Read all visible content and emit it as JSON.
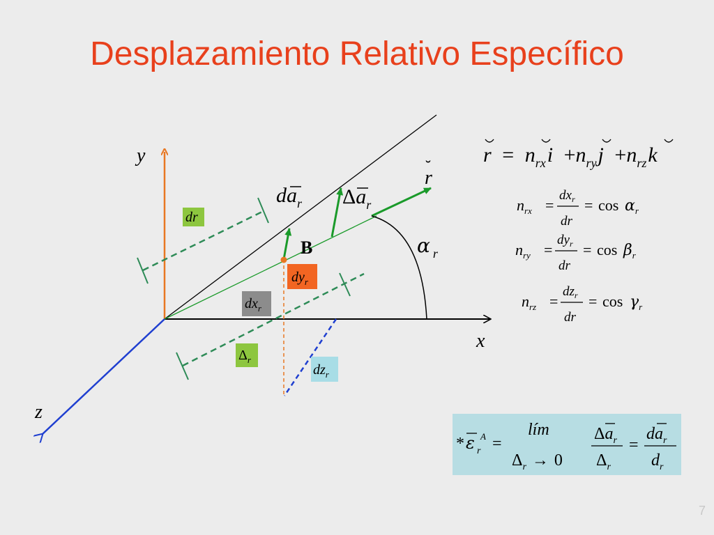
{
  "slide": {
    "title": "Desplazamiento Relativo Específico",
    "page_number": "7"
  },
  "colors": {
    "title": "#e8401c",
    "y_axis": "#e87722",
    "z_axis": "#1f3fd0",
    "vector": "#1a9a2a",
    "dashed_green": "#2e8b57",
    "label_green": "#8dc63f",
    "label_orange": "#f26522",
    "label_gray": "#8c8c8c",
    "label_blue": "#a8dde6",
    "formula_box": "#b7dde3"
  },
  "diagram": {
    "axes": {
      "x": "x",
      "y": "y",
      "z": "z"
    },
    "point": "B",
    "angle": {
      "symbol": "α",
      "sub": "r"
    },
    "vector_r": {
      "symbol": "r",
      "accent": "˘"
    },
    "da": {
      "d": "d",
      "a": "a",
      "sub": "r"
    },
    "delta_a": {
      "delta": "Δ",
      "a": "a",
      "sub": "r"
    },
    "labels": {
      "dr": "dr",
      "dy": {
        "main": "dy",
        "sub": "r"
      },
      "dx": {
        "main": "dx",
        "sub": "r"
      },
      "dz": {
        "main": "dz",
        "sub": "r"
      },
      "delta": {
        "main": "Δ",
        "sub": "r"
      }
    }
  },
  "formulas": {
    "vector_eq": {
      "r": "r",
      "eq": "=",
      "plus": "+",
      "n": "n",
      "sub_x": "rx",
      "sub_y": "ry",
      "sub_z": "rz",
      "i": "i",
      "j": "j",
      "k": "k"
    },
    "nrx": {
      "n": "n",
      "n_sub": "rx",
      "eq": "=",
      "num": "dx",
      "num_sub": "r",
      "den": "dr",
      "eq2": "=",
      "cos": "cos",
      "angle": "α",
      "angle_sub": "r"
    },
    "nry": {
      "n": "n",
      "n_sub": "ry",
      "eq": "=",
      "num": "dy",
      "num_sub": "r",
      "den": "dr",
      "eq2": "=",
      "cos": "cos",
      "angle": "β",
      "angle_sub": "r"
    },
    "nrz": {
      "n": "n",
      "n_sub": "rz",
      "eq": "=",
      "num": "dz",
      "num_sub": "r",
      "den": "dr",
      "eq2": "=",
      "cos": "cos",
      "angle": "γ",
      "angle_sub": "r"
    },
    "limit": {
      "star": "*",
      "eps": "ε",
      "eps_sub": "r",
      "eps_sup": "A",
      "eq": "=",
      "lim": "lím",
      "delta": "Δ",
      "delta_sub": "r",
      "arrow": "→",
      "zero": "0",
      "a": "a",
      "a_sub": "r",
      "d": "d",
      "d_den": "d",
      "d_den_sub": "r",
      "eq2": "="
    }
  }
}
